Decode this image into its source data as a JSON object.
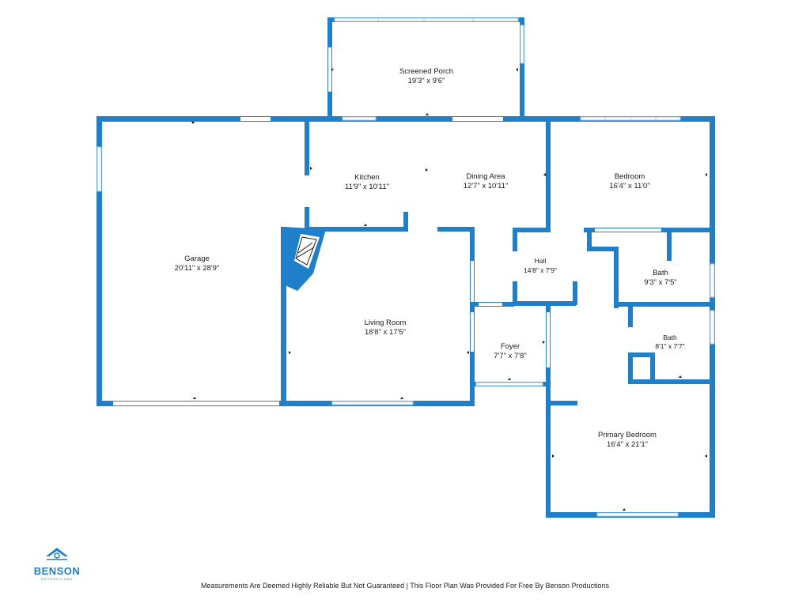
{
  "brand": {
    "name": "BENSON",
    "sub": "PRODUCTIONS",
    "color": "#1f7fc8"
  },
  "footer": {
    "disclaimer": "Measurements Are Deemed Highly Reliable But Not Guaranteed | This Floor Plan Was Provided For Free By Benson Productions"
  },
  "rooms": {
    "screened_porch": {
      "name": "Screened Porch",
      "dims": "19'3\" x 9'6\""
    },
    "garage": {
      "name": "Garage",
      "dims": "20'11\" x 28'9\""
    },
    "kitchen": {
      "name": "Kitchen",
      "dims": "11'9\" x 10'11\""
    },
    "dining_area": {
      "name": "Dining Area",
      "dims": "12'7\" x 10'11\""
    },
    "bedroom": {
      "name": "Bedroom",
      "dims": "16'4\" x 11'0\""
    },
    "hall": {
      "name": "Hall",
      "dims": "14'8\" x 7'9\""
    },
    "bath_upper": {
      "name": "Bath",
      "dims": "9'3\" x 7'5\""
    },
    "living_room": {
      "name": "Living Room",
      "dims": "18'8\" x 17'5\""
    },
    "foyer": {
      "name": "Foyer",
      "dims": "7'7\" x 7'8\""
    },
    "bath_lower": {
      "name": "Bath",
      "dims": "8'1\" x 7'7\""
    },
    "primary_bedroom": {
      "name": "Primary Bedroom",
      "dims": "16'4\" x 21'1\""
    }
  },
  "colors": {
    "wall": "#1f7fc8",
    "window": "#9fc7e6"
  }
}
